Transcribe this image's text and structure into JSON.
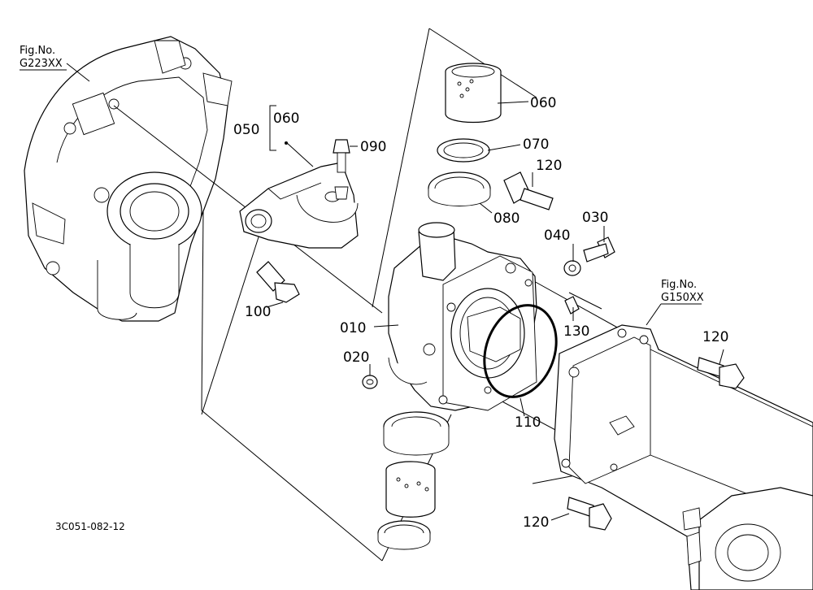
{
  "references": {
    "left": {
      "line1": "Fig.No.",
      "line2": "G223XX"
    },
    "right": {
      "line1": "Fig.No.",
      "line2": "G150XX"
    }
  },
  "labels": {
    "p010": "010",
    "p020": "020",
    "p030": "030",
    "p040": "040",
    "p050": "050",
    "p060_top": "060",
    "p060_right": "060",
    "p070": "070",
    "p080": "080",
    "p090": "090",
    "p100": "100",
    "p110": "110",
    "p120_a": "120",
    "p120_b": "120",
    "p120_c": "120",
    "p130": "130"
  },
  "diagram_code": "3C051-082-12"
}
